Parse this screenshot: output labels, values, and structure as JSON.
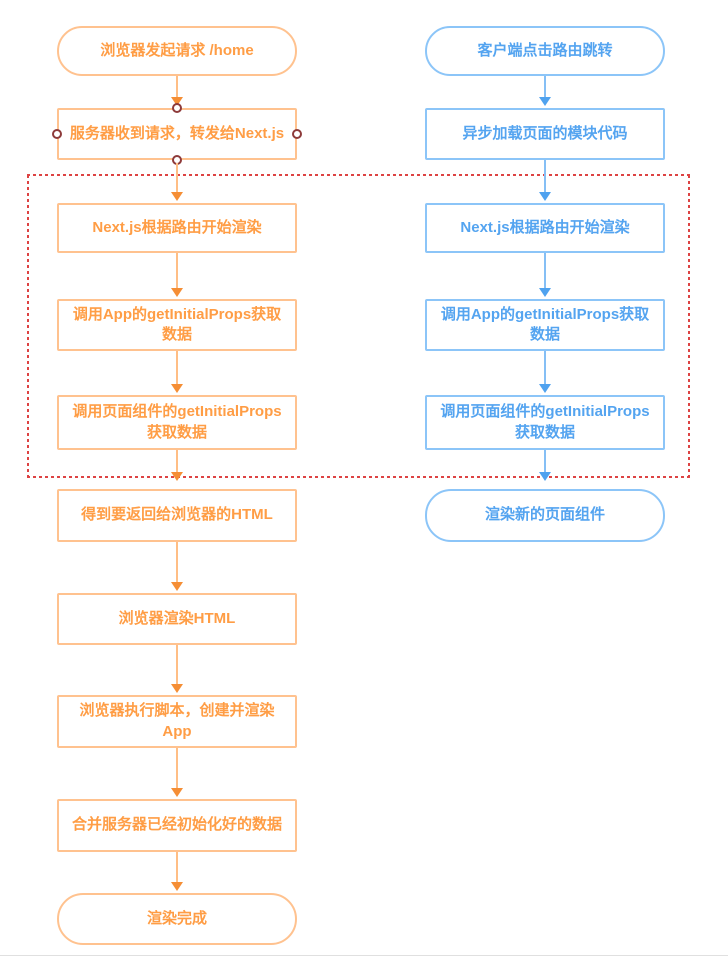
{
  "palette": {
    "orange_border": "#FFC28F",
    "orange_text": "#FF9D45",
    "orange_arrow_line": "#FFBE85",
    "orange_arrow_head": "#F58E35",
    "blue_border": "#8CC5F8",
    "blue_text": "#54A4F0",
    "blue_arrow_line": "#85BFF5",
    "blue_arrow_head": "#4FA2EF",
    "group_red": "#DD4343",
    "handle_stroke": "#8D3A3A",
    "divider": "#E0E0E0"
  },
  "server_flow": {
    "nodes": [
      {
        "label": "浏览器发起请求 /home",
        "shape": "stadium"
      },
      {
        "label": "服务器收到请求，转发给Next.js",
        "shape": "rect"
      },
      {
        "label": "Next.js根据路由开始渲染",
        "shape": "rect"
      },
      {
        "label": "调用App的getInitialProps获取数据",
        "shape": "rect"
      },
      {
        "label": "调用页面组件的getInitialProps获取数据",
        "shape": "rect"
      },
      {
        "label": "得到要返回给浏览器的HTML",
        "shape": "rect"
      },
      {
        "label": "浏览器渲染HTML",
        "shape": "rect"
      },
      {
        "label": "浏览器执行脚本，创建并渲染App",
        "shape": "rect"
      },
      {
        "label": "合并服务器已经初始化好的数据",
        "shape": "rect"
      },
      {
        "label": "渲染完成",
        "shape": "stadium"
      }
    ]
  },
  "client_flow": {
    "nodes": [
      {
        "label": "客户端点击路由跳转",
        "shape": "stadium"
      },
      {
        "label": "异步加载页面的模块代码",
        "shape": "rect"
      },
      {
        "label": "Next.js根据路由开始渲染",
        "shape": "rect"
      },
      {
        "label": "调用App的getInitialProps获取数据",
        "shape": "rect"
      },
      {
        "label": "调用页面组件的getInitialProps获取数据",
        "shape": "rect"
      },
      {
        "label": "渲染新的页面组件",
        "shape": "stadium"
      }
    ]
  }
}
